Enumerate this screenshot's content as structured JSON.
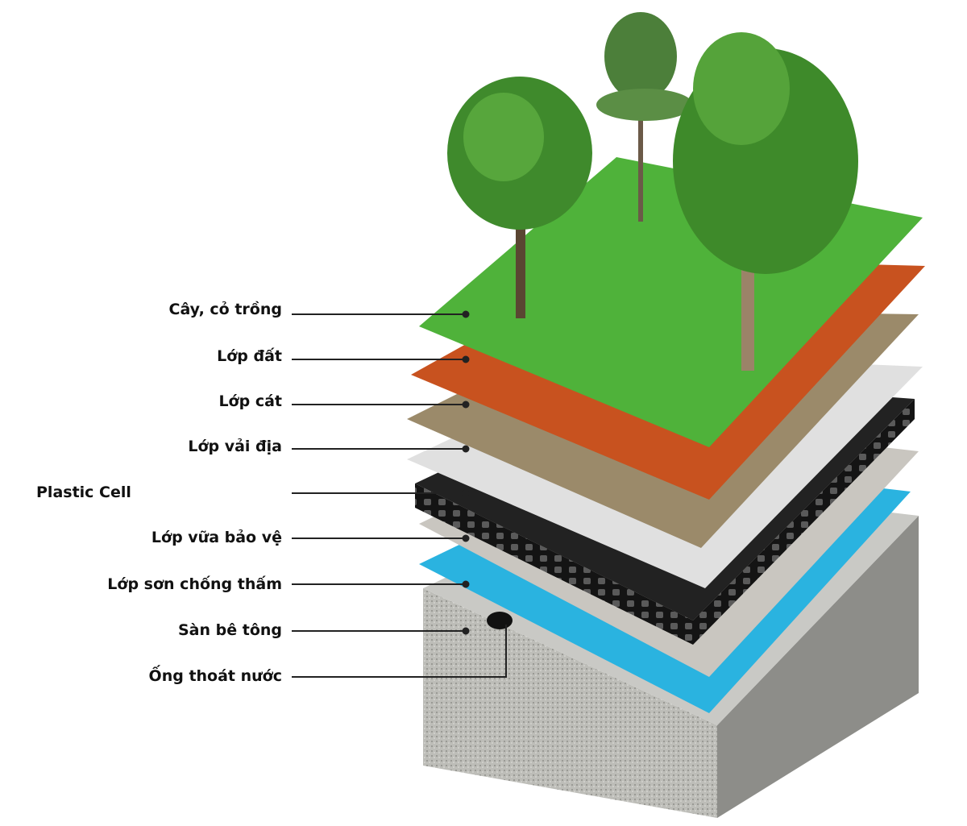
{
  "diagram": {
    "layers": [
      {
        "label": "Cây, cỏ trồng",
        "color": "#4fb23a"
      },
      {
        "label": "Lớp đất",
        "color": "#c8521f"
      },
      {
        "label": "Lớp cát",
        "color": "#9b8a6a"
      },
      {
        "label": "Lớp vải địa",
        "color": "#dcdcdc"
      },
      {
        "label": "Plastic Cell",
        "color": "#1a1a1a"
      },
      {
        "label": "Lớp vữa bảo vệ",
        "color": "#c9c6c0"
      },
      {
        "label": "Lớp sơn chống thấm",
        "color": "#2ab3e0"
      },
      {
        "label": "Sàn bê tông",
        "color": "#b8b8b4"
      },
      {
        "label": "Ống thoát nước",
        "color": "#111111"
      }
    ]
  }
}
